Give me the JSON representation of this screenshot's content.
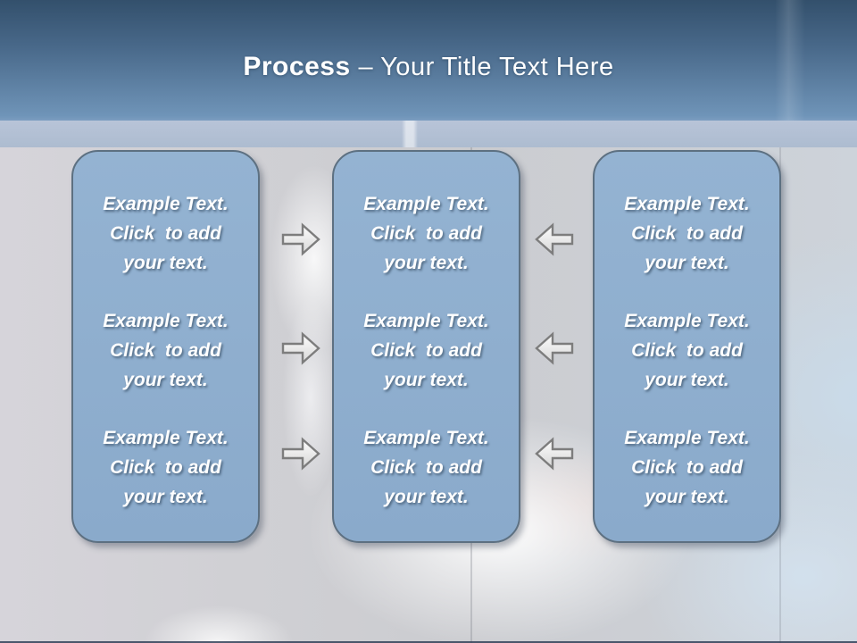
{
  "header": {
    "title_bold": "Process ",
    "title_rest": "– Your Title Text Here"
  },
  "boxes": [
    {
      "id": "left",
      "items": [
        {
          "lines": [
            "Example Text.",
            "Click  to add",
            "your text."
          ]
        },
        {
          "lines": [
            "Example Text.",
            "Click  to add",
            "your text."
          ]
        },
        {
          "lines": [
            "Example Text.",
            "Click  to add",
            "your text."
          ]
        }
      ]
    },
    {
      "id": "center",
      "items": [
        {
          "lines": [
            "Example Text.",
            "Click  to add",
            "your text."
          ]
        },
        {
          "lines": [
            "Example Text.",
            "Click  to add",
            "your text."
          ]
        },
        {
          "lines": [
            "Example Text.",
            "Click  to add",
            "your text."
          ]
        }
      ]
    },
    {
      "id": "right",
      "items": [
        {
          "lines": [
            "Example Text.",
            "Click  to add",
            "your text."
          ]
        },
        {
          "lines": [
            "Example Text.",
            "Click  to add",
            "your text."
          ]
        },
        {
          "lines": [
            "Example Text.",
            "Click  to add",
            "your text."
          ]
        }
      ]
    }
  ],
  "arrows": [
    {
      "row": 1,
      "direction": "right"
    },
    {
      "row": 2,
      "direction": "right"
    },
    {
      "row": 3,
      "direction": "right"
    },
    {
      "row": 1,
      "direction": "left"
    },
    {
      "row": 2,
      "direction": "left"
    },
    {
      "row": 3,
      "direction": "left"
    }
  ],
  "colors": {
    "header_top": "#33506c",
    "header_bottom": "#7b9dc0",
    "band": "#b2c0d4",
    "box_fill": "#8fafce",
    "box_border": "#5d7081",
    "box_text": "#ffffff",
    "arrow_fill_top": "#fdfdfd",
    "arrow_fill_bottom": "#d7d7d7",
    "arrow_border": "#7d7d7d"
  }
}
